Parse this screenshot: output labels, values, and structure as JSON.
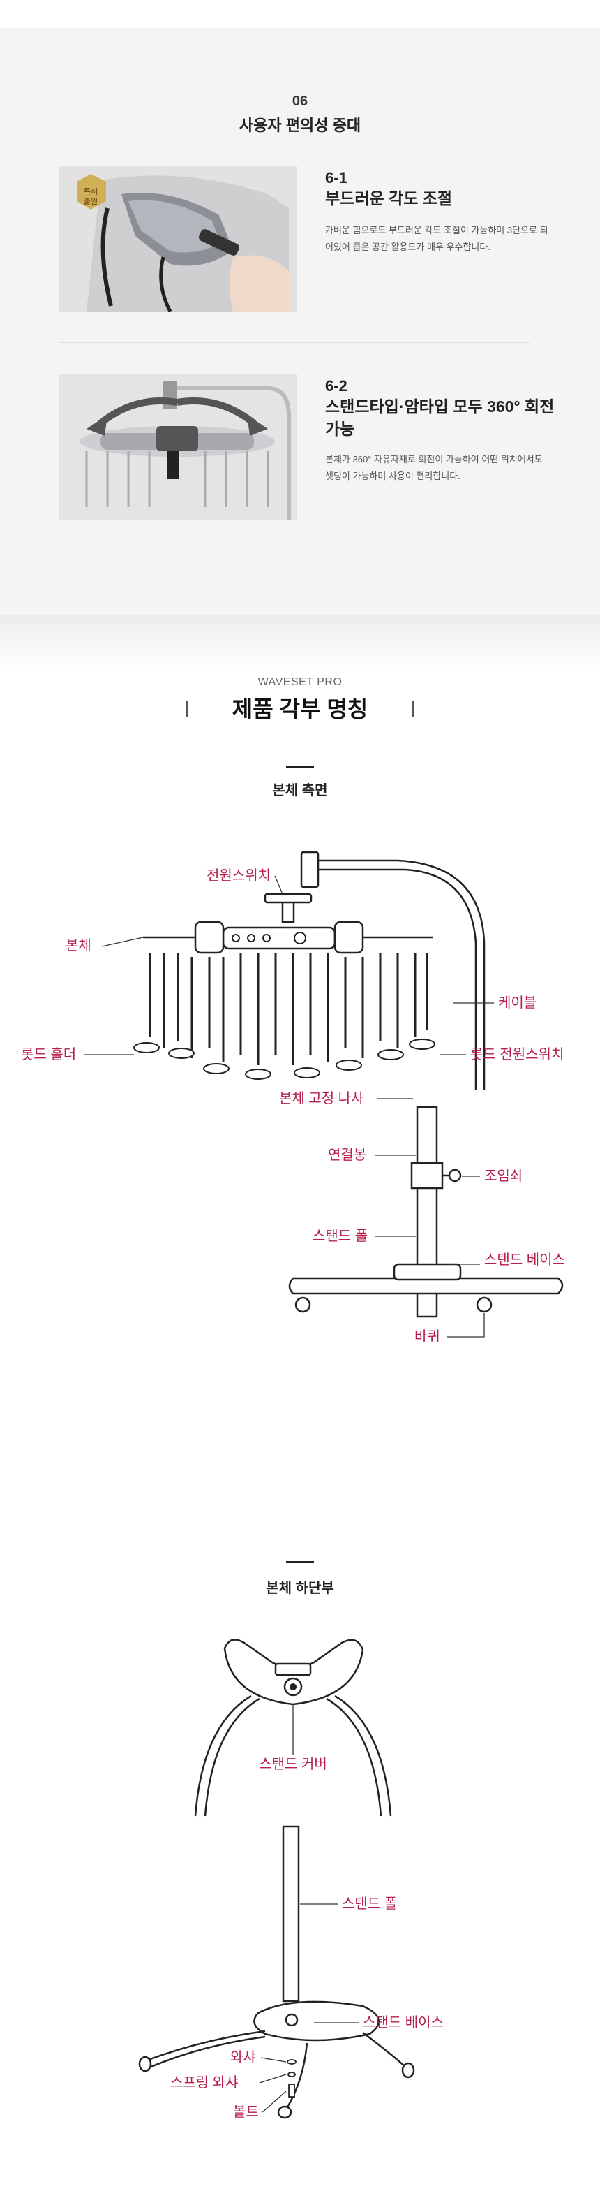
{
  "usability": {
    "number": "06",
    "title": "사용자 편의성 증대",
    "features": [
      {
        "number": "6-1",
        "title": "부드러운 각도 조절",
        "desc": "가벼운 힘으로도 부드러운 각도 조절이 가능하며 3단으로 되어있어 좁은 공간 활용도가 매우 우수합니다.",
        "badge_line1": "특허",
        "badge_line2": "출원"
      },
      {
        "number": "6-2",
        "title": "스탠드타입·암타입 모두 360° 회전가능",
        "desc": "본체가 360° 자유자재로 회전이 가능하여 어떤 위치에서도 셋팅이 가능하며 사용이 편리합니다."
      }
    ]
  },
  "parts": {
    "brand": "WAVESET PRO",
    "title": "제품 각부 명칭",
    "side_view": {
      "title": "본체 측면",
      "labels": {
        "power_switch": "전원스위치",
        "body": "본체",
        "cable": "케이블",
        "rod_holder": "롯드 홀더",
        "rod_power_switch": "롯드 전원스위치",
        "fix_screw": "본체 고정 나사",
        "connecting_rod": "연결봉",
        "locking_screw": "조임쇠",
        "stand_pole": "스탠드 폴",
        "stand_base": "스탠드 베이스",
        "wheel": "바퀴"
      }
    },
    "bottom_view": {
      "title": "본체 하단부",
      "labels": {
        "stand_cover": "스탠드 커버",
        "stand_pole": "스탠드 폴",
        "stand_base": "스탠드 베이스",
        "washer": "와샤",
        "spring_washer": "스프링 와샤",
        "bolt": "볼트"
      }
    }
  }
}
